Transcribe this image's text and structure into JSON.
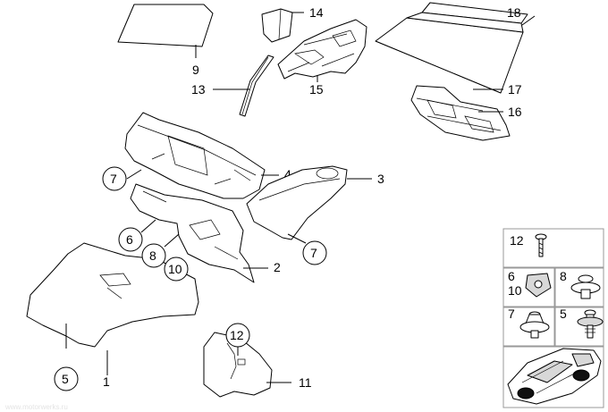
{
  "callouts": {
    "p1": "1",
    "p2": "2",
    "p3": "3",
    "p4": "4",
    "p5_circle": "5",
    "p6_circle": "6",
    "p7_circle_left": "7",
    "p7_circle_right": "7",
    "p8_circle": "8",
    "p9": "9",
    "p10_circle": "10",
    "p11": "11",
    "p12_circle": "12",
    "p13": "13",
    "p14": "14",
    "p15": "15",
    "p16": "16",
    "p17": "17",
    "p18": "18"
  },
  "fastener_panel": {
    "p12": "12",
    "p6": "6",
    "p10": "10",
    "p8": "8",
    "p7": "7",
    "p5": "5"
  },
  "watermark": "www.motorwerks.ru"
}
